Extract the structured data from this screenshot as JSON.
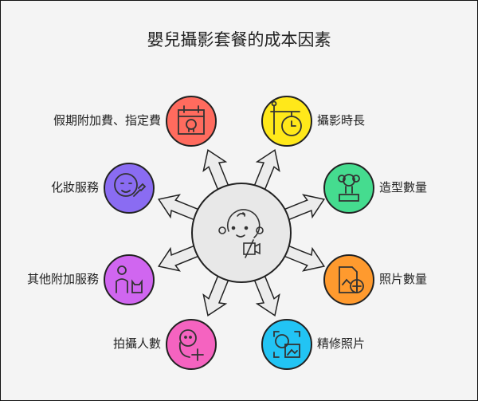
{
  "title": "嬰兒攝影套餐的成本因素",
  "center_icon": "baby-camera-icon",
  "factors": [
    {
      "label": "假期附加費、指定費",
      "icon": "calendar-skull-icon",
      "color": "#ff6b5e"
    },
    {
      "label": "攝影時長",
      "icon": "clock-sign-icon",
      "color": "#ffe81a"
    },
    {
      "label": "造型數量",
      "icon": "costume-icon",
      "color": "#45dc8f"
    },
    {
      "label": "照片數量",
      "icon": "photo-add-icon",
      "color": "#ff9a2e"
    },
    {
      "label": "精修照片",
      "icon": "photo-retouch-icon",
      "color": "#22c4f4"
    },
    {
      "label": "拍攝人數",
      "icon": "baby-add-icon",
      "color": "#f563c0"
    },
    {
      "label": "其他附加服務",
      "icon": "person-cat-icon",
      "color": "#d066f0"
    },
    {
      "label": "化妝服務",
      "icon": "makeup-face-icon",
      "color": "#8a6cf2"
    }
  ]
}
